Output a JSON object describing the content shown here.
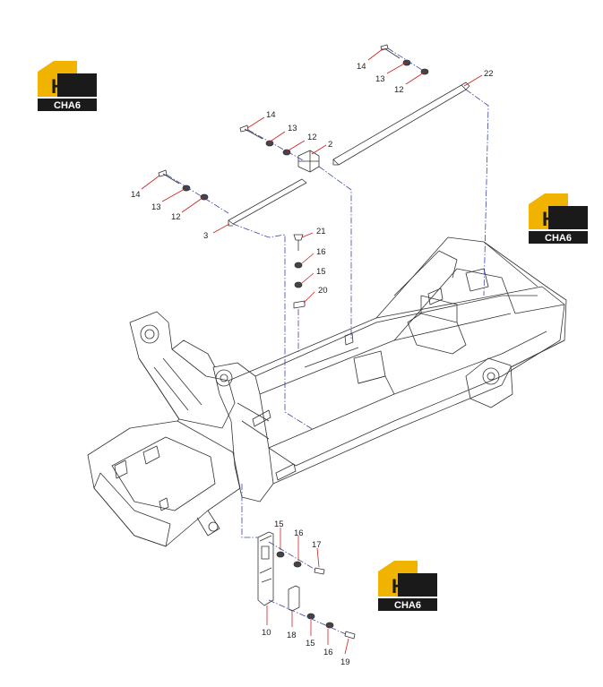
{
  "logo": {
    "brand_mark": "H3",
    "brand_name": "CHA6",
    "yellow": "#f0b400",
    "black": "#1a1a1a"
  },
  "colors": {
    "line": "#333333",
    "leader": "#d0201f",
    "dash": "#3a45a8"
  },
  "callouts": [
    {
      "id": "c14a",
      "label": "14"
    },
    {
      "id": "c13a",
      "label": "13"
    },
    {
      "id": "c12a",
      "label": "12"
    },
    {
      "id": "c22",
      "label": "22"
    },
    {
      "id": "c14b",
      "label": "14"
    },
    {
      "id": "c13b",
      "label": "13"
    },
    {
      "id": "c12b",
      "label": "12"
    },
    {
      "id": "c2",
      "label": "2"
    },
    {
      "id": "c14c",
      "label": "14"
    },
    {
      "id": "c13c",
      "label": "13"
    },
    {
      "id": "c12c",
      "label": "12"
    },
    {
      "id": "c3",
      "label": "3"
    },
    {
      "id": "c21",
      "label": "21"
    },
    {
      "id": "c16a",
      "label": "16"
    },
    {
      "id": "c15a",
      "label": "15"
    },
    {
      "id": "c20",
      "label": "20"
    },
    {
      "id": "c15b",
      "label": "15"
    },
    {
      "id": "c16b",
      "label": "16"
    },
    {
      "id": "c17",
      "label": "17"
    },
    {
      "id": "c10",
      "label": "10"
    },
    {
      "id": "c18",
      "label": "18"
    },
    {
      "id": "c15c",
      "label": "15"
    },
    {
      "id": "c16c",
      "label": "16"
    },
    {
      "id": "c19",
      "label": "19"
    }
  ]
}
